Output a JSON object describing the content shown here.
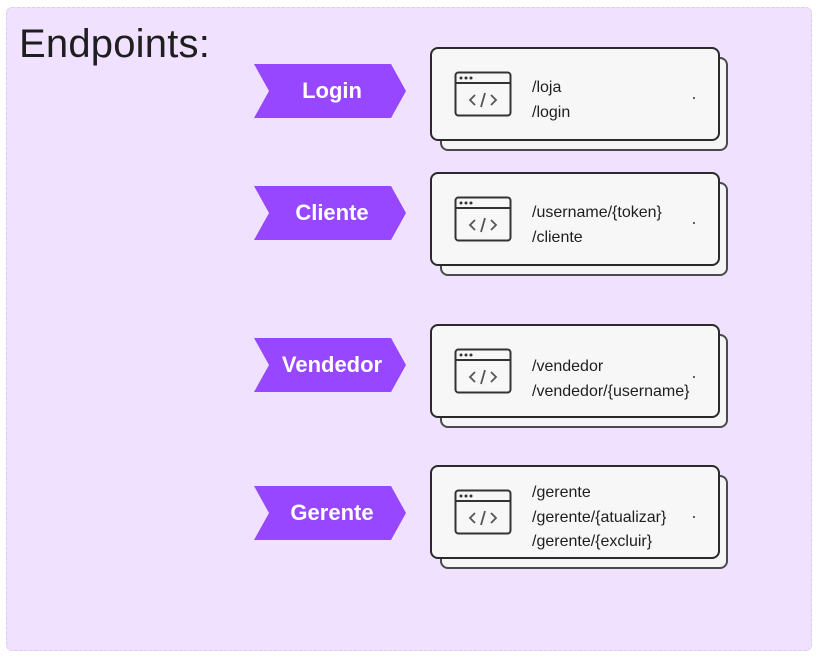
{
  "title": "Endpoints:",
  "groups": [
    {
      "label": "Login",
      "paths": [
        "/loja",
        "/login"
      ]
    },
    {
      "label": "Cliente",
      "paths": [
        "/username/{token}",
        "/cliente"
      ]
    },
    {
      "label": "Vendedor",
      "paths": [
        "/vendedor",
        "/vendedor/{username}"
      ]
    },
    {
      "label": "Gerente",
      "paths": [
        "/gerente",
        "/gerente/{atualizar}",
        "/gerente/{excluir}"
      ]
    }
  ],
  "colors": {
    "background": "#efe1ff",
    "tag": "#9747ff",
    "card": "#f7f7f7",
    "border": "#2a2a2a"
  },
  "icon": "code-window-icon"
}
